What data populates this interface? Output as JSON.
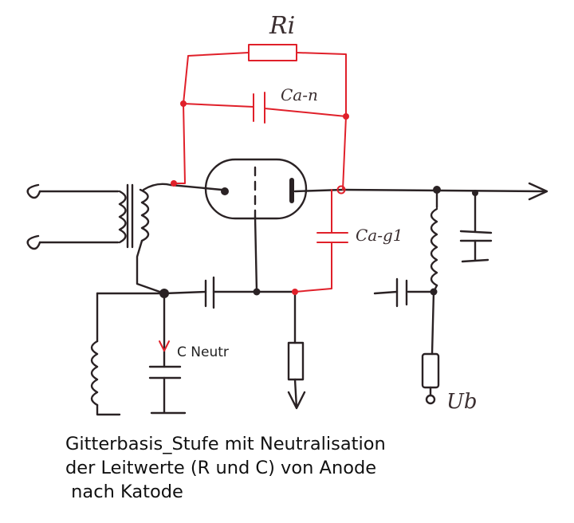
{
  "labels": {
    "ri": "Ri",
    "c_a_n": "Ca-n",
    "c_a_g1": "Ca-g1",
    "c_neutr": "C Neutr",
    "ub": "Ub"
  },
  "caption": {
    "line1": "Gitterbasis_Stufe mit Neutralisation",
    "line2": "der Leitwerte (R und C) von Anode",
    "line3": " nach Katode"
  },
  "colors": {
    "ink": "#2a2224",
    "neutralisation": "#e0202a"
  }
}
